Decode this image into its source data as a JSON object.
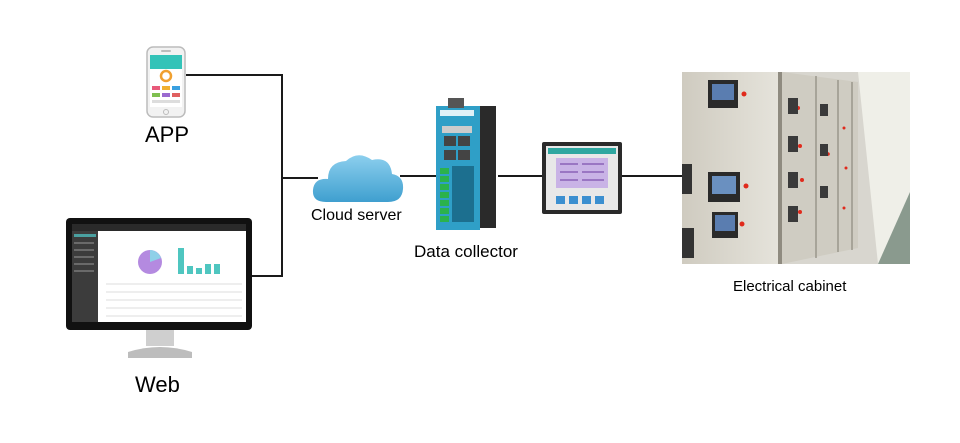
{
  "labels": {
    "app": "APP",
    "web": "Web",
    "cloud": "Cloud server",
    "collector": "Data collector",
    "cabinet": "Electrical cabinet"
  },
  "colors": {
    "line": "#1a1a1a",
    "cloud": "#5ab0d8",
    "collector_body": "#2f9fc7",
    "terminal_green": "#2bb24c",
    "meter_screen": "#c9b3e6",
    "cabinet_panel": "#d9d6cc",
    "indicator_red": "#e02a1c"
  },
  "icons": {
    "app": "smartphone-icon",
    "web": "desktop-monitor-icon",
    "cloud": "cloud-icon",
    "collector": "data-collector-device",
    "meter": "power-meter-device",
    "cabinet": "electrical-cabinet-photo"
  }
}
